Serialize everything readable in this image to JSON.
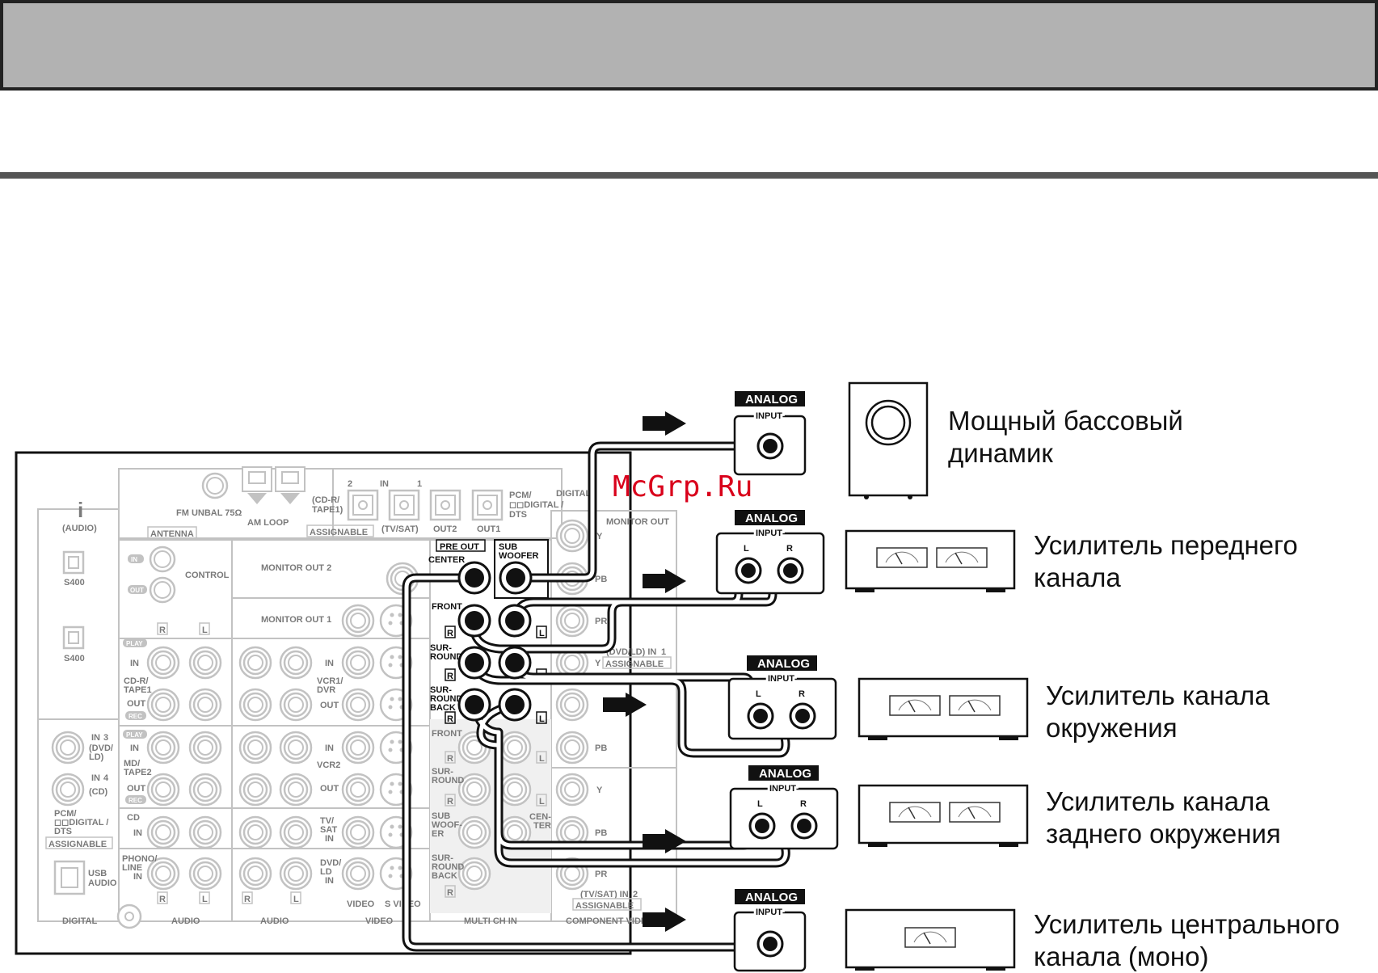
{
  "watermark": "McGrp.Ru",
  "receiver": {
    "antenna": {
      "fm": "FM UNBAL 75Ω",
      "am": "AM LOOP",
      "section": "ANTENNA"
    },
    "digital_in": {
      "in": "IN",
      "num2": "2",
      "num1": "1",
      "cdr": "(CD-R/",
      "tape1": "TAPE1)",
      "tvsat": "(TV/SAT)",
      "assignable": "ASSIGNABLE",
      "out2": "OUT2",
      "out1": "OUT1",
      "pcm": "PCM/",
      "dd": "◻◻DIGITAL /",
      "dts": "DTS",
      "digital": "DIGITAL"
    },
    "ilink": {
      "symbol": "i",
      "audio": "(AUDIO)",
      "s400a": "S400",
      "s400b": "S400"
    },
    "control": {
      "label": "CONTROL",
      "in": "IN",
      "out": "OUT"
    },
    "monitor": {
      "out2": "MONITOR OUT 2",
      "out1": "MONITOR OUT 1",
      "component_out": "MONITOR OUT"
    },
    "pre_out": {
      "title": "PRE OUT",
      "center": "CENTER",
      "sub": "SUB",
      "woofer": "WOOFER",
      "front": "FRONT",
      "sur": "SUR-",
      "round": "ROUND",
      "back": "BACK",
      "r": "R",
      "l": "L"
    },
    "audio_labels": {
      "play": "PLAY",
      "in": "IN",
      "out": "OUT",
      "rec": "REC",
      "cdr": "CD-R/",
      "tape1": "TAPE1",
      "md": "MD/",
      "tape2": "TAPE2",
      "cd": "CD",
      "phono": "PHONO/",
      "line": "LINE",
      "r": "R",
      "l": "L"
    },
    "video_labels": {
      "vcr1": "VCR1/",
      "dvr": "DVR",
      "vcr2": "VCR2",
      "tv": "TV/",
      "sat": "SAT",
      "dvd": "DVD/",
      "ld": "LD",
      "in": "IN",
      "out": "OUT",
      "video": "VIDEO",
      "svideo": "S VIDEO"
    },
    "coax": {
      "in3": "IN",
      "n3": "3",
      "dvd": "(DVD/",
      "ld": "LD)",
      "in4": "IN",
      "n4": "4",
      "cd": "(CD)",
      "pcm": "PCM/",
      "dd": "◻◻DIGITAL /",
      "dts": "DTS",
      "assignable": "ASSIGNABLE",
      "usb": "USB",
      "usb_audio": "AUDIO"
    },
    "multich": {
      "front": "FRONT",
      "sur": "SUR-",
      "round": "ROUND",
      "sub": "SUB",
      "woof": "WOOF-",
      "er": "ER",
      "cen": "CEN-",
      "ter": "TER",
      "r": "R",
      "l": "L"
    },
    "component": {
      "y": "Y",
      "pb": "PB",
      "pr": "PR",
      "dvdld": "(DVD/LD) IN",
      "n1": "1",
      "tvsat": "(TV/SAT) IN",
      "n2": "2",
      "assignable": "ASSIGNABLE"
    },
    "bottom": {
      "digital": "DIGITAL",
      "audio1": "AUDIO",
      "audio2": "AUDIO",
      "video": "VIDEO",
      "multich": "MULTI CH IN",
      "component": "COMPONENT VIDEO"
    }
  },
  "connections": [
    {
      "badge": "ANALOG",
      "input": "INPUT",
      "device": [
        "Мощный бассовый",
        "динамик"
      ]
    },
    {
      "badge": "ANALOG",
      "input": "INPUT",
      "l": "L",
      "r": "R",
      "device": [
        "Усилитель переднего",
        "канала"
      ]
    },
    {
      "badge": "ANALOG",
      "input": "INPUT",
      "l": "L",
      "r": "R",
      "device": [
        "Усилитель канала",
        "окружения"
      ]
    },
    {
      "badge": "ANALOG",
      "input": "INPUT",
      "l": "L",
      "r": "R",
      "device": [
        "Усилитель канала",
        "заднего окружения"
      ]
    },
    {
      "badge": "ANALOG",
      "input": "INPUT",
      "device": [
        "Усилитель центрального",
        "канала (моно)"
      ]
    }
  ]
}
